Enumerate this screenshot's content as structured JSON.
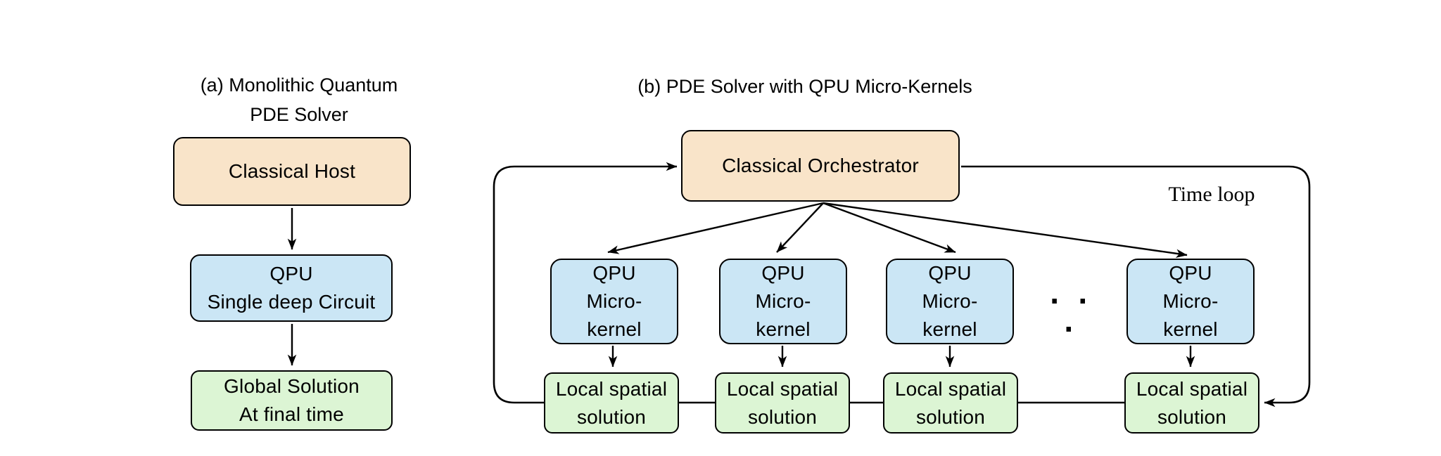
{
  "panel_a": {
    "caption_line1": "(a) Monolithic Quantum",
    "caption_line2": "PDE Solver",
    "host_box": {
      "label": "Classical Host"
    },
    "qpu_box": {
      "line1": "QPU",
      "line2": "Single deep Circuit"
    },
    "result_box": {
      "line1": "Global Solution",
      "line2": "At final time"
    }
  },
  "panel_b": {
    "caption": "(b) PDE Solver with QPU Micro-Kernels",
    "orchestrator_box": {
      "label": "Classical Orchestrator"
    },
    "time_loop_label": "Time loop",
    "ellipsis": "· · ·",
    "kernel_boxes": [
      {
        "line1": "QPU",
        "line2": "Micro-",
        "line3": "kernel"
      },
      {
        "line1": "QPU",
        "line2": "Micro-",
        "line3": "kernel"
      },
      {
        "line1": "QPU",
        "line2": "Micro-",
        "line3": "kernel"
      },
      {
        "line1": "QPU",
        "line2": "Micro-",
        "line3": "kernel"
      }
    ],
    "solution_boxes": [
      {
        "line1": "Local spatial",
        "line2": "solution"
      },
      {
        "line1": "Local spatial",
        "line2": "solution"
      },
      {
        "line1": "Local spatial",
        "line2": "solution"
      },
      {
        "line1": "Local spatial",
        "line2": "solution"
      }
    ]
  },
  "colors": {
    "host_fill": "#F9E4C9",
    "kernel_fill": "#CBE6F5",
    "solution_fill": "#DCF5D4",
    "line": "#000000",
    "background": "#FFFFFF"
  }
}
